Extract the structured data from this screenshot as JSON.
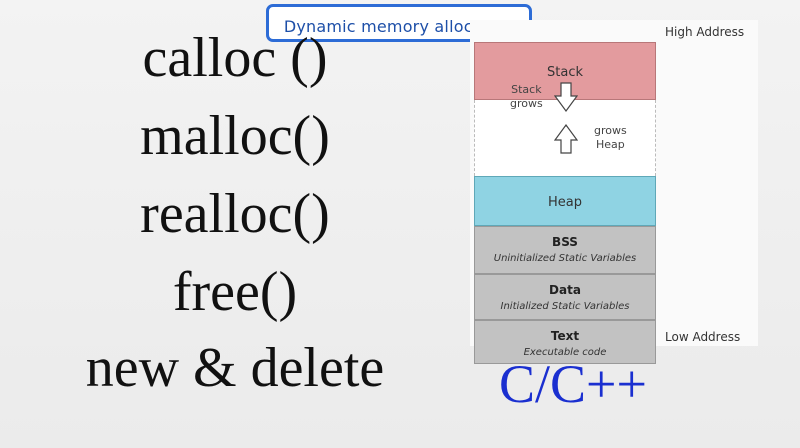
{
  "title": "Dynamic memory allocation",
  "functions": [
    "calloc ()",
    "malloc()",
    "realloc()",
    "free()",
    "new & delete"
  ],
  "diagram": {
    "high_address": "High Address",
    "low_address": "Low Address",
    "stack": "Stack",
    "stack_grows": [
      "Stack",
      "grows"
    ],
    "heap_grows": [
      "grows",
      "Heap"
    ],
    "heap": "Heap",
    "bss": {
      "name": "BSS",
      "desc": "Uninitialized Static Variables"
    },
    "data": {
      "name": "Data",
      "desc": "Initialized Static Variables"
    },
    "text": {
      "name": "Text",
      "desc": "Executable code"
    },
    "colors": {
      "stack": "#e39b9e",
      "heap": "#8fd3e3",
      "segment": "#c2c2c2"
    }
  },
  "language": "C/C++"
}
